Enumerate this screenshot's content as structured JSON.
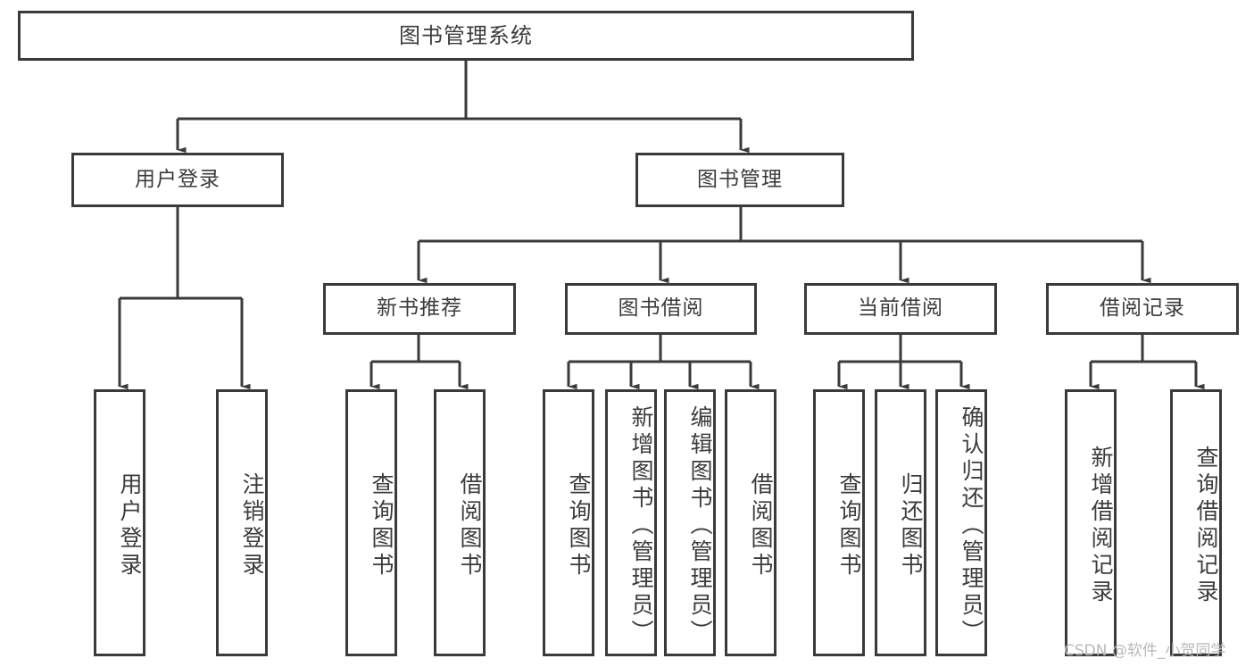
{
  "diagram": {
    "type": "tree-hierarchy",
    "title": "图书管理系统",
    "orientation": "top-down",
    "colors": {
      "box_border": "#3a3a3c",
      "box_fill": "#ffffff",
      "text": "#3c3c3e",
      "connector": "#3a3a3c",
      "watermark": "#b9b9b9",
      "background": "#ffffff"
    },
    "root": {
      "label": "图书管理系统"
    },
    "level2": [
      {
        "label": "用户登录"
      },
      {
        "label": "图书管理"
      }
    ],
    "level3": [
      {
        "label": "新书推荐"
      },
      {
        "label": "图书借阅"
      },
      {
        "label": "当前借阅"
      },
      {
        "label": "借阅记录"
      }
    ],
    "leaves": {
      "user_login": [
        {
          "label": "用户登录"
        },
        {
          "label": "注销登录"
        }
      ],
      "new_book_recommend": [
        {
          "label": "查询图书"
        },
        {
          "label": "借阅图书"
        }
      ],
      "book_borrow": [
        {
          "label": "查询图书"
        },
        {
          "label": "新增图书（管理员）"
        },
        {
          "label": "编辑图书（管理员）"
        },
        {
          "label": "借阅图书"
        }
      ],
      "current_borrow": [
        {
          "label": "查询图书"
        },
        {
          "label": "归还图书"
        },
        {
          "label": "确认归还（管理员）"
        }
      ],
      "borrow_record": [
        {
          "label": "新增借阅记录"
        },
        {
          "label": "查询借阅记录"
        }
      ]
    }
  },
  "watermark": {
    "text": "CSDN @软件_小贺同学"
  }
}
